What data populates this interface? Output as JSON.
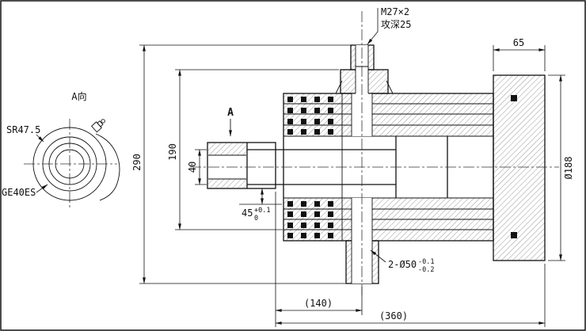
{
  "left_view": {
    "title": "A向",
    "sphere_radius": "SR47.5",
    "bearing": "GE40ES"
  },
  "main_view": {
    "section_label": "A",
    "thread_callout": {
      "line1": "M27×2",
      "line2": "攻深25"
    },
    "port_callout": {
      "label": "2-Ø50",
      "tol_upper": "-0.1",
      "tol_lower": "-0.2"
    },
    "dims": {
      "cap_length": "65",
      "overall_height": "290",
      "mid_height": "190",
      "rod_diameter": "40",
      "offset": {
        "value": "45",
        "tol_upper": "+0.1",
        "tol_lower": "0"
      },
      "outer_diameter": "Ø188",
      "length_inner": "(140)",
      "length_overall": "(360)"
    }
  }
}
